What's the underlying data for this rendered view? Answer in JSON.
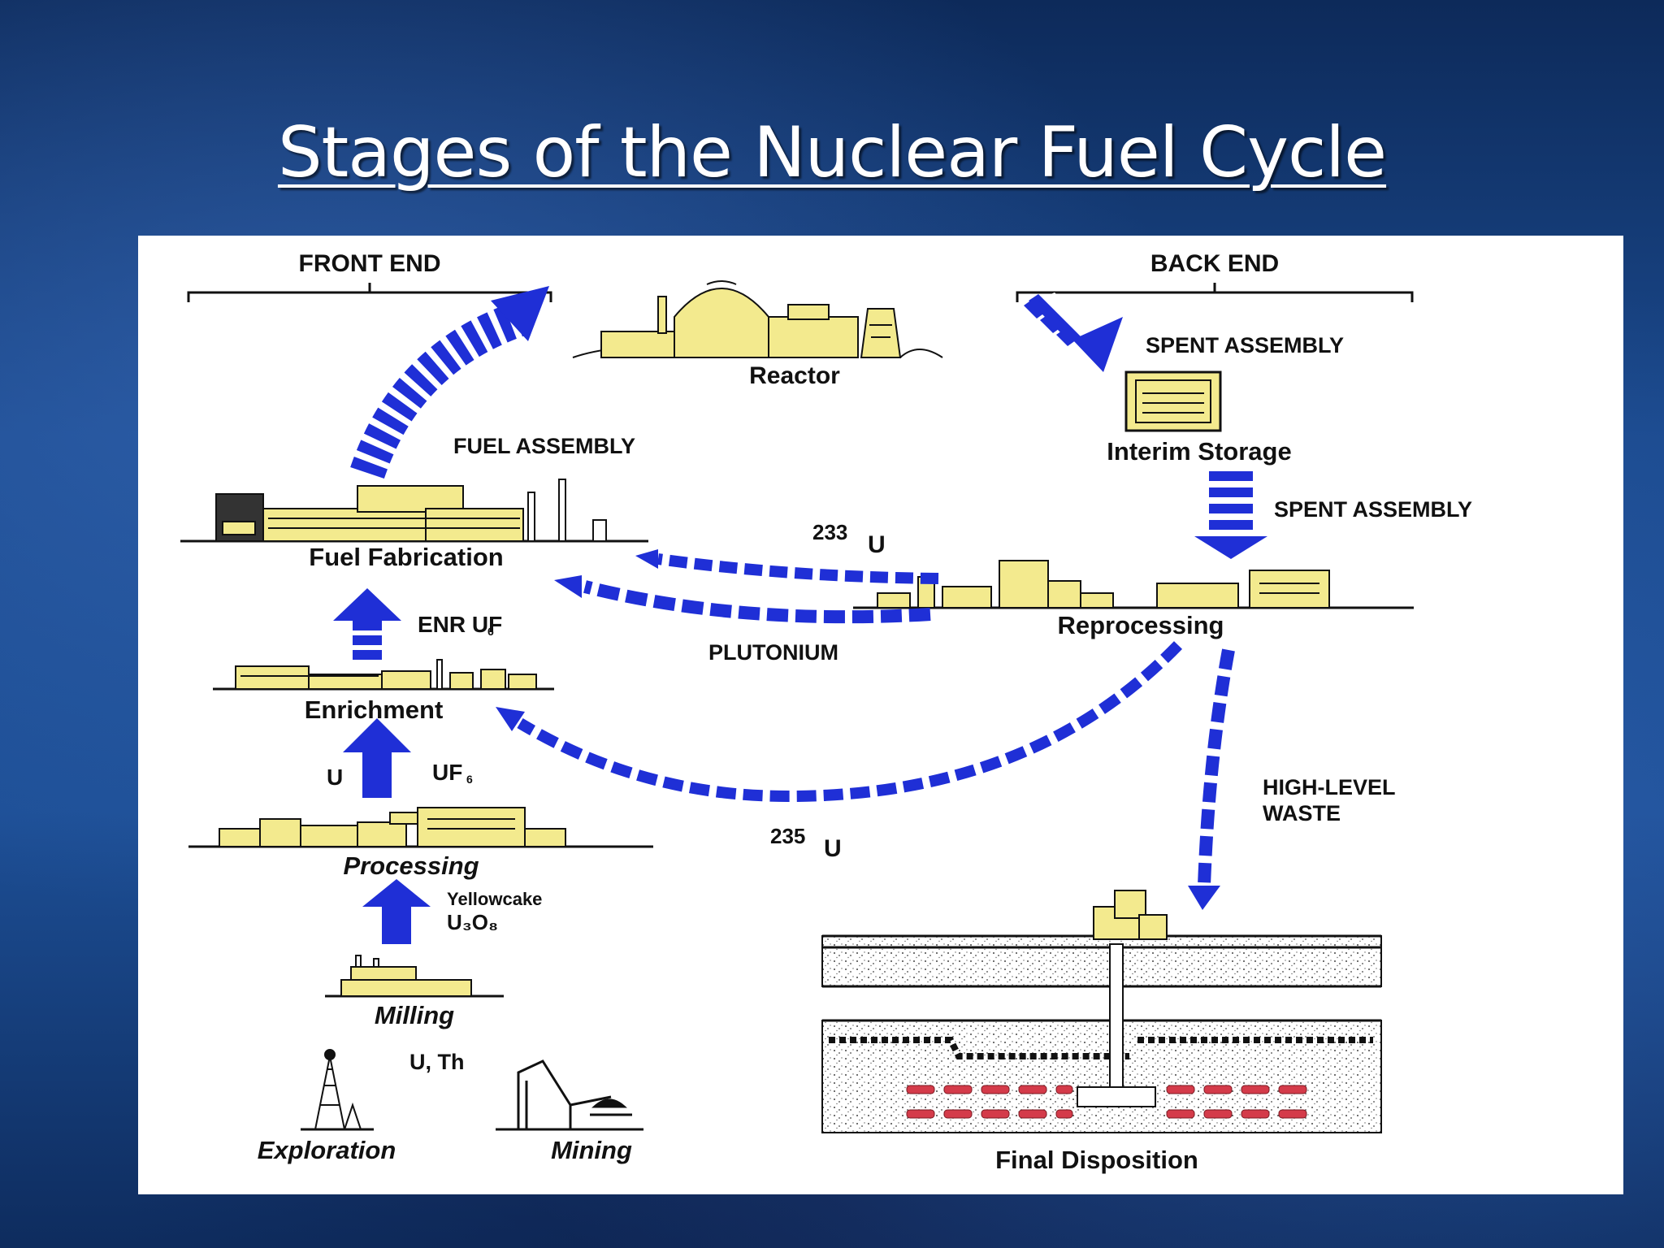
{
  "slide": {
    "title": "Stages of the Nuclear Fuel Cycle"
  },
  "diagram": {
    "sections": {
      "front_end": "FRONT END",
      "back_end": "BACK END"
    },
    "stages": {
      "reactor": "Reactor",
      "interim_storage": "Interim Storage",
      "reprocessing": "Reprocessing",
      "fuel_fabrication": "Fuel Fabrication",
      "enrichment": "Enrichment",
      "processing": "Processing",
      "milling": "Milling",
      "exploration": "Exploration",
      "mining": "Mining",
      "final_disposition": "Final Disposition"
    },
    "flows": {
      "spent_assembly_1": "SPENT  ASSEMBLY",
      "spent_assembly_2": "SPENT ASSEMBLY",
      "fuel_assembly": "FUEL ASSEMBLY",
      "u233_mass": "233",
      "u233_symbol": "U",
      "plutonium": "PLUTONIUM",
      "enr_uf": "ENR UF",
      "enr_uf_sub": "6",
      "u": "U",
      "uf": "UF",
      "uf_sub": "6",
      "u235_mass": "235",
      "u235_symbol": "U",
      "high_level_waste_1": "HIGH-LEVEL",
      "high_level_waste_2": "WASTE",
      "yellowcake": "Yellowcake",
      "u3o8": "U₃O₈",
      "u_th": "U, Th"
    },
    "colors": {
      "arrow_blue": "#1f2fd6",
      "building_yellow": "#f3ea8e",
      "waste_red": "#d43b4a"
    }
  }
}
